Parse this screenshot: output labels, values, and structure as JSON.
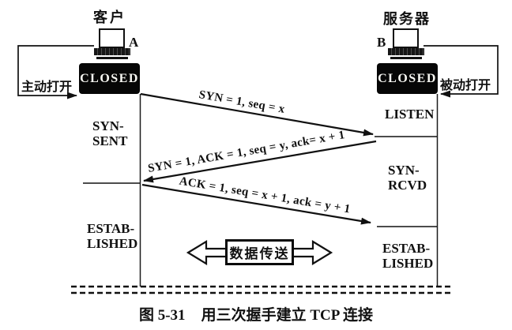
{
  "colors": {
    "ink": "#111111",
    "closed_box_bg": "#060606",
    "closed_box_text": "#f7f7f2",
    "paper": "#ffffff"
  },
  "client": {
    "label": "客户",
    "node_id": "A",
    "initial_state": "CLOSED",
    "open_action": "主动打开",
    "state_syn_sent": [
      "SYN-",
      "SENT"
    ],
    "state_established": [
      "ESTAB-",
      "LISHED"
    ]
  },
  "server": {
    "label": "服务器",
    "node_id": "B",
    "initial_state": "CLOSED",
    "open_action": "被动打开",
    "state_listen": "LISTEN",
    "state_syn_rcvd": [
      "SYN-",
      "RCVD"
    ],
    "state_established": [
      "ESTAB-",
      "LISHED"
    ]
  },
  "messages": {
    "syn": "SYN = 1, seq = x",
    "syn_ack": "SYN = 1, ACK = 1, seq = y, ack= x + 1",
    "ack": "ACK = 1, seq = x + 1, ack = y + 1"
  },
  "data_transfer": "数据传送",
  "caption": {
    "figure_no": "图 5-31",
    "title": "用三次握手建立 TCP 连接"
  }
}
